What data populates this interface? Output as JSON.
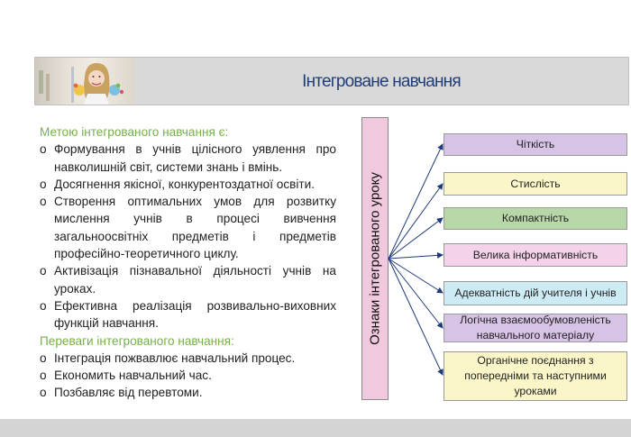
{
  "banner": {
    "title": "Інтегроване навчання"
  },
  "left_text": {
    "goal_heading": "Метою інтегрованого навчання є:",
    "goals": [
      "Формування в учнів цілісного уявлення про навколишній світ, системи знань і вмінь.",
      "Досягнення якісної, конкурентоздатної освіти.",
      "Створення оптимальних умов для розвитку мислення учнів в процесі вивчення загальноосвітніх предметів і предметів професійно-теоретичного циклу.",
      "Активізація пізнавальної діяльності учнів на уроках.",
      "Ефективна реалізація розвивально-виховних функцій навчання."
    ],
    "advantages_heading": "Переваги інтегрованого навчання:",
    "advantages": [
      "Інтеграція пожвавлює навчальний процес.",
      "Економить навчальний час.",
      "Позбавляє від перевтоми."
    ]
  },
  "diagram": {
    "root_label": "Ознаки інтегрованого уроку",
    "root_color": "#f1c9df",
    "items": [
      {
        "label": "Чіткість",
        "color": "#d6c3e6"
      },
      {
        "label": "Стислість",
        "color": "#fbf6c8"
      },
      {
        "label": "Компактність",
        "color": "#b7d7a8"
      },
      {
        "label": "Велика інформативність",
        "color": "#f4d2ea"
      },
      {
        "label": "Адекватність дій учителя і учнів",
        "color": "#cdebf4"
      },
      {
        "label": "Логічна взаємообумовленість навчального матеріалу",
        "color": "#d6c3e6"
      },
      {
        "label": "Органічне поєднання з попередніми та наступними уроками",
        "color": "#fbf6c8"
      }
    ]
  }
}
